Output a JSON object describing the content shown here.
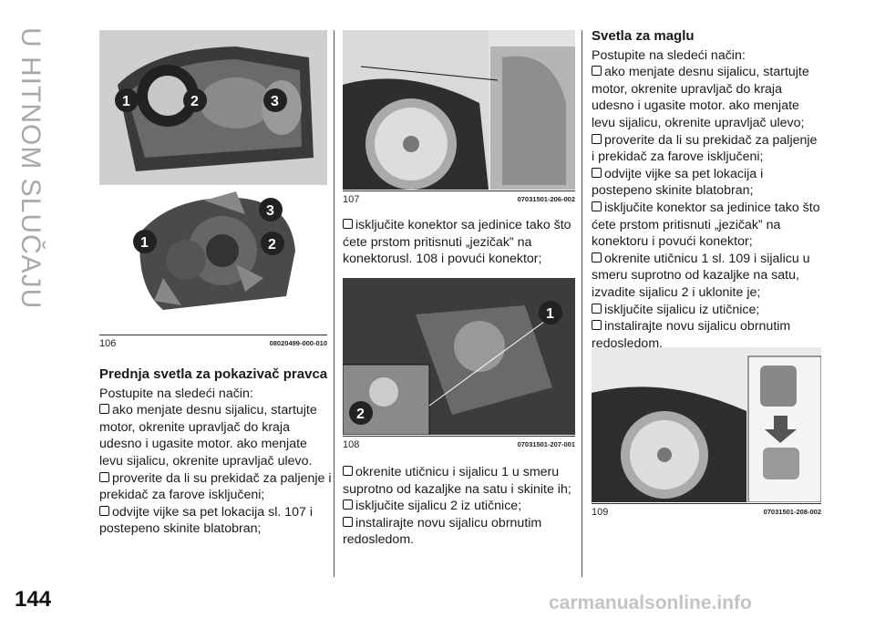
{
  "side_title": "U HITNOM SLUČAJU",
  "page_number": "144",
  "watermark": "carmanualsonline.info",
  "fig106": {
    "num": "106",
    "code": "08020499-000-010",
    "callouts": [
      "1",
      "2",
      "3",
      "1",
      "2",
      "3"
    ]
  },
  "fig107": {
    "num": "107",
    "code": "07031501-206-002"
  },
  "fig108": {
    "num": "108",
    "code": "07031501-207-001",
    "callouts": [
      "1",
      "2"
    ]
  },
  "fig109": {
    "num": "109",
    "code": "07031501-208-002"
  },
  "col1": {
    "heading": "Prednja svetla za pokazivač pravca",
    "intro": "Postupite na sledeći način:",
    "items": [
      "ako menjate desnu sijalicu, startujte motor, okrenite upravljač do kraja udesno i ugasite motor. ako menjate levu sijalicu, okrenite upravljač ulevo.",
      "proverite da li su prekidač za paljenje i prekidač za farove isključeni;",
      "odvijte vijke sa pet lokacija sl. 107 i postepeno skinite blatobran;"
    ]
  },
  "col2": {
    "items_a": [
      "isključite konektor sa jedinice tako što ćete prstom pritisnuti „jezičak” na konektorusl. 108 i povući konektor;"
    ],
    "items_b": [
      "okrenite utičnicu i sijalicu 1 u smeru suprotno od kazaljke na satu i skinite ih;",
      "isključite sijalicu 2 iz utičnice;",
      "instalirajte novu sijalicu obrnutim redosledom."
    ]
  },
  "col3": {
    "heading": "Svetla za maglu",
    "intro": "Postupite na sledeći način:",
    "items": [
      "ako menjate desnu sijalicu, startujte motor, okrenite upravljač do kraja udesno i ugasite motor. ako menjate levu sijalicu, okrenite upravljač ulevo;",
      "proverite da li su prekidač za paljenje i prekidač za farove isključeni;",
      "odvijte vijke sa pet lokacija i postepeno skinite blatobran;",
      "isključite konektor sa jedinice tako što ćete prstom pritisnuti „jezičak” na konektoru i povući konektor;",
      "okrenite utičnicu 1 sl. 109 i sijalicu u smeru suprotno od kazaljke na satu, izvadite sijalicu 2 i uklonite je;",
      "isključite sijalicu iz utičnice;",
      "instalirajte novu sijalicu obrnutim redosledom."
    ]
  }
}
